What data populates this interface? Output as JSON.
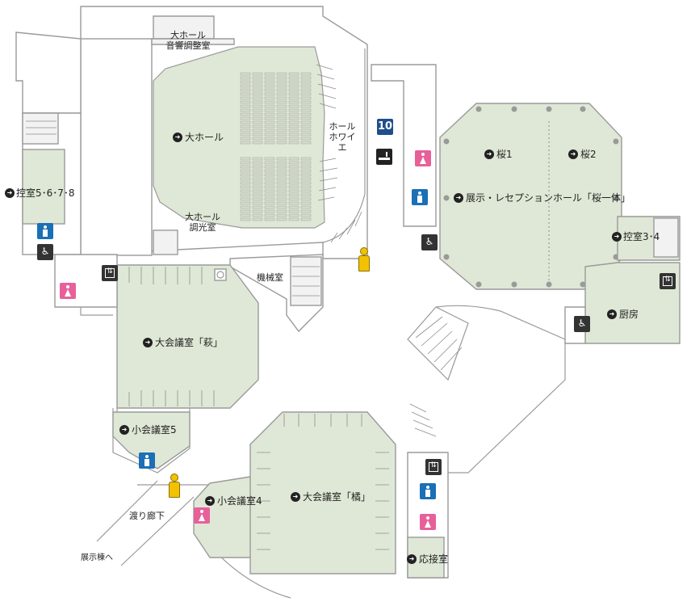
{
  "colors": {
    "room_fill": "#dfe8d6",
    "wall": "#9a9a9a",
    "toilet_men": "#1a6fb6",
    "toilet_women": "#e7609a",
    "elevator": "#333333",
    "badge_blue": "#1f4e8c",
    "person": "#f2c200"
  },
  "rooms": {
    "daihall": "大ホール",
    "daihall_sound": "大ホール\n音響調整室",
    "daihall_sound_l1": "大ホール",
    "daihall_sound_l2": "音響調整室",
    "daihall_light_l1": "大ホール",
    "daihall_light_l2": "調光室",
    "hall_foyer_l1": "ホール",
    "hall_foyer_l2": "ホワイエ",
    "hikae5678": "控室5･6･7･8",
    "kikaishitsu": "機械室",
    "daikaigi_hagi": "大会議室「萩」",
    "shokaigi5": "小会議室5",
    "shokaigi4": "小会議室4",
    "daikaigi_tachibana": "大会議室「橘」",
    "sakura1": "桜1",
    "sakura2": "桜2",
    "tenji_hall": "展示・レセプションホール「桜一体」",
    "hikae34": "控室3･4",
    "chubo": "厨房",
    "osetsu": "応接室",
    "watari": "渡り廊下",
    "tenjito": "展示棟へ"
  },
  "badge_number": "10",
  "icons": [
    "toilet-men-icon",
    "toilet-women-icon",
    "elevator-icon",
    "accessible-toilet-icon",
    "person-marker-icon",
    "smoking-area-icon",
    "nursing-room-icon"
  ]
}
